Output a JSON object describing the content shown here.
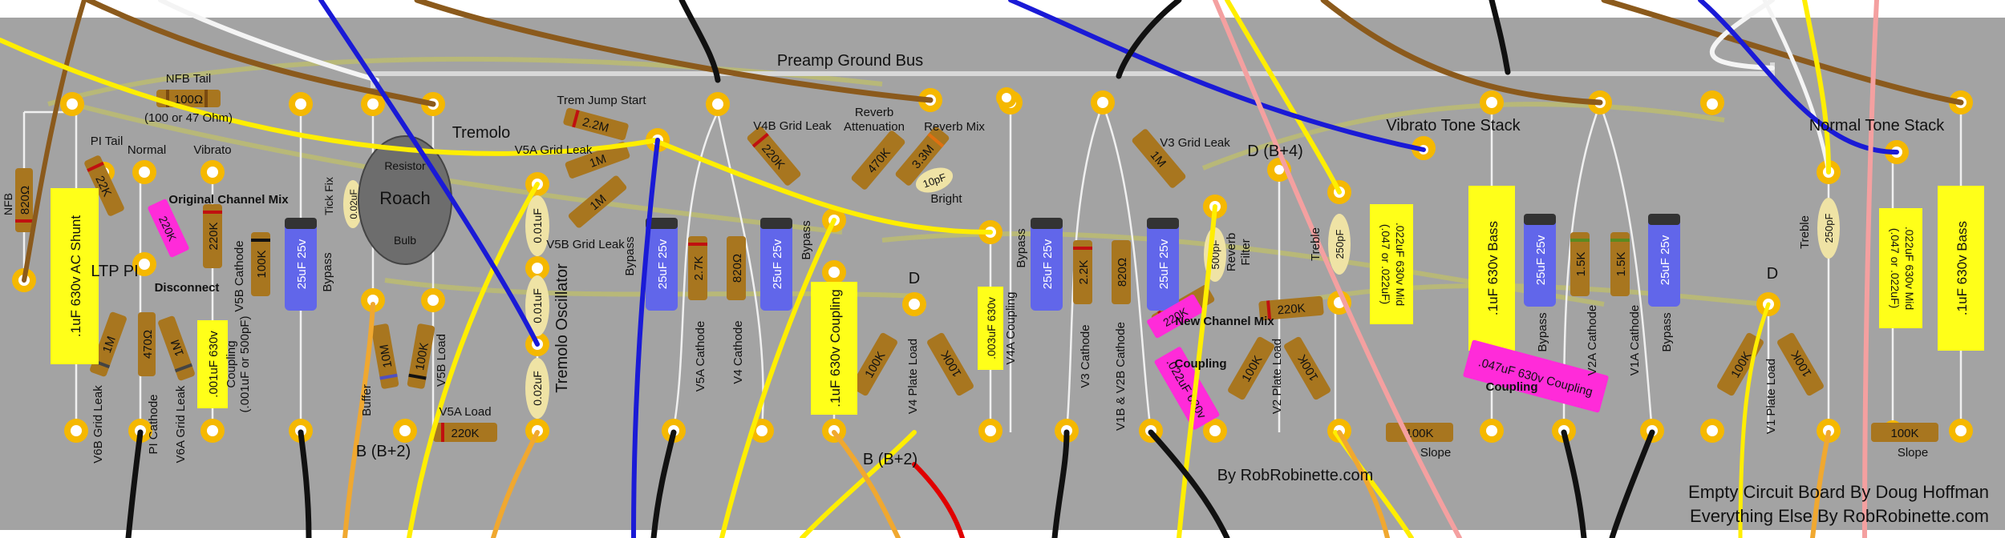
{
  "board": {
    "bg_color": "#a3a3a3",
    "bus_label": "Preamp Ground Bus",
    "credit_center": "By RobRobinette.com",
    "credit_line1": "Empty Circuit Board By Doug Hoffman",
    "credit_line2": "Everything Else By RobRobinette.com"
  },
  "colors": {
    "eyelet": "#f5b800",
    "resistor": "#a8761f",
    "cap_yellow": "#ffff19",
    "cap_blue": "#6166ea",
    "cap_pink": "#ff2bd9",
    "cap_cream": "#efe3a5",
    "wire_brown": "#8b5a1c",
    "wire_yellow": "#ffee00",
    "wire_blue": "#1a1ad6",
    "wire_black": "#111111",
    "wire_white": "#f4f4f4",
    "wire_red": "#e00000",
    "wire_pink": "#f4a0a0",
    "wire_orange": "#f0a830"
  },
  "labels": {
    "nfb_tail": "NFB Tail",
    "nfb_tail_alt": "(100 or 47 Ohm)",
    "pi_tail": "PI Tail",
    "normal": "Normal",
    "vibrato": "Vibrato",
    "original_channel_mix": "Original Channel Mix",
    "nfb": "NFB",
    "ltp_pi": "LTP PI",
    "disconnect": "Disconnect",
    "v6b_grid_leak": "V6B Grid Leak",
    "pi_cathode": "PI Cathode",
    "v6a_grid_leak": "V6A Grid Leak",
    "coupling": "Coupling",
    "coupling_alt": "(.001uF or 500pF)",
    "v5b_cathode": "V5B Cathode",
    "bypass": "Bypass",
    "tick_fix": "Tick Fix",
    "resistor": "Resistor",
    "roach": "Roach",
    "bulb": "Bulb",
    "buffer": "Buffer",
    "v5b_load": "V5B Load",
    "b_b2": "B (B+2)",
    "v5a_load": "V5A Load",
    "tremolo": "Tremolo",
    "trem_jump_start": "Trem Jump Start",
    "v5a_grid_leak": "V5A Grid Leak",
    "v5b_grid_leak": "V5B Grid Leak",
    "tremolo_oscillator": "Tremolo Oscillator",
    "v4b_grid_leak": "V4B Grid Leak",
    "reverb_attenuation_1": "Reverb",
    "reverb_attenuation_2": "Attenuation",
    "reverb_mix": "Reverb Mix",
    "bright": "Bright",
    "v5a_cathode": "V5A Cathode",
    "v4_cathode": "V4 Cathode",
    "d": "D",
    "v4_plate_load": "V4 Plate Load",
    "v4a_coupling": "V4A Coupling",
    "v3_grid_leak": "V3 Grid Leak",
    "d_b4": "D (B+4)",
    "v3_cathode": "V3 Cathode",
    "v1b_v2b_cathode": "V1B & V2B Cathode",
    "reverb_filter_1": "Reverb",
    "reverb_filter_2": "Filter",
    "new_channel_mix": "New Channel Mix",
    "v2_plate_load": "V2 Plate Load",
    "treble": "Treble",
    "vibrato_tone_stack": "Vibrato Tone Stack",
    "slope": "Slope",
    "v2a_cathode": "V2A Cathode",
    "v1a_cathode": "V1A Cathode",
    "normal_tone_stack": "Normal Tone Stack",
    "v1_plate_load": "V1 Plate Load"
  },
  "values": {
    "r_100": "100Ω",
    "r_820": "820Ω",
    "r_22k": "22K",
    "r_220k": "220K",
    "r_1m": "1M",
    "r_470": "470Ω",
    "r_100k": "100K",
    "r_10m": "10M",
    "r_2_2m": "2.2M",
    "r_470k": "470K",
    "r_3_3m": "3.3M",
    "r_2_7k": "2.7K",
    "r_820_small": "820Ω",
    "r_2_2k": "2.2K",
    "r_1_5k": "1.5K",
    "c_1uf_ac_shunt": ".1uF 630v AC Shunt",
    "c_001uf_630v": ".001uF 630v",
    "c_25uf_25v": "25uF 25v",
    "c_002uf": "0.02uF",
    "c_01uf": "0.01uF",
    "c_1uf_630v_coupling": ".1uF 630v Coupling",
    "c_003uf_630v": ".003uF 630v",
    "c_10pf": "10pF",
    "c_500pf": "500pF",
    "c_250pf": "250pF",
    "c_022uf_630v": ".022uF 630v",
    "c_047uf_630v_coupling": ".047uF 630v Coupling",
    "c_022uf_mid": ".022uF 630v Mid",
    "c_022uf_mid_alt": "(.047 or .022uF)",
    "c_1uf_bass": ".1uF 630v Bass"
  }
}
